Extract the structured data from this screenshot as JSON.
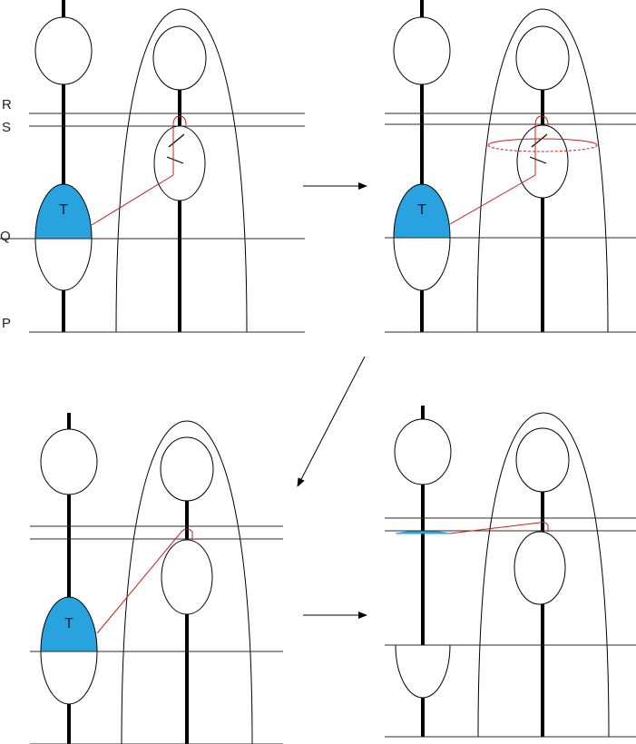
{
  "labels": {
    "R": "R",
    "S": "S",
    "Q": "Q",
    "P": "P",
    "T": "T"
  },
  "colors": {
    "stroke": "#000000",
    "thin_line": "#2b2b2b",
    "highlight": "#29a3df",
    "red_path": "#cc1f1f"
  }
}
